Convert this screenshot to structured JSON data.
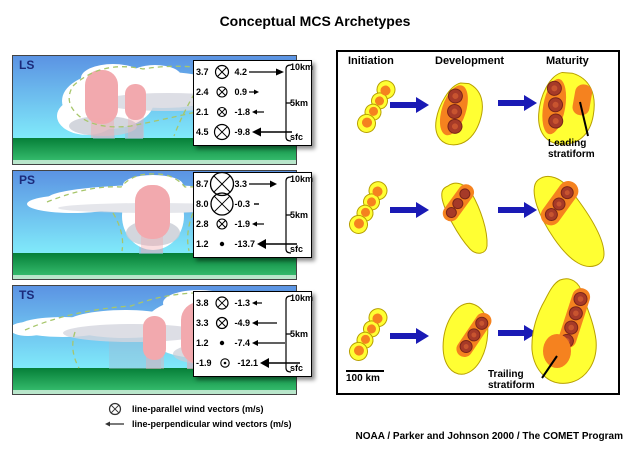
{
  "title": "Conceptual MCS Archetypes",
  "attribution": "NOAA / Parker and Johnson 2000 / The COMET Program",
  "legend": {
    "parallel_label": "line-parallel wind vectors (m/s)",
    "perpendicular_label": "line-perpendicular wind vectors (m/s)"
  },
  "axis": {
    "top": "10km",
    "mid": "5km",
    "bottom": "sfc"
  },
  "colors": {
    "sky_top": "#5B93E3",
    "sky_bottom": "#80EAFA",
    "ground": "#069140",
    "cloud": "#FFFFFF",
    "echo_pink": "#F2A9AE",
    "rain_blue": "#9FC0D8",
    "yellow": "#FFFF33",
    "orange": "#F5821F",
    "cell_red": "#A63A28",
    "arrow_blue": "#1A1AB5",
    "label_navy": "#1B2A7A"
  },
  "panels": [
    {
      "label": "LS",
      "rows": [
        {
          "parallel": "3.7",
          "symbol": "circle-x",
          "perpendicular": "4.2",
          "arrow": "right-medium"
        },
        {
          "parallel": "2.4",
          "symbol": "circle-x",
          "perpendicular": "0.9",
          "arrow": "right-short"
        },
        {
          "parallel": "2.1",
          "symbol": "circle-x",
          "perpendicular": "-1.8",
          "arrow": "left-short"
        },
        {
          "parallel": "4.5",
          "symbol": "circle-x",
          "perpendicular": "-9.8",
          "arrow": "left-long"
        }
      ]
    },
    {
      "label": "PS",
      "rows": [
        {
          "parallel": "8.7",
          "symbol": "circle-x-large",
          "perpendicular": "3.3",
          "arrow": "right-medium"
        },
        {
          "parallel": "8.0",
          "symbol": "circle-x-large",
          "perpendicular": "-0.3",
          "arrow": "dash-tiny"
        },
        {
          "parallel": "2.8",
          "symbol": "circle-x",
          "perpendicular": "-1.9",
          "arrow": "left-short"
        },
        {
          "parallel": "1.2",
          "symbol": "dot",
          "perpendicular": "-13.7",
          "arrow": "left-long"
        }
      ]
    },
    {
      "label": "TS",
      "rows": [
        {
          "parallel": "3.8",
          "symbol": "circle-x",
          "perpendicular": "-1.3",
          "arrow": "left-short"
        },
        {
          "parallel": "3.3",
          "symbol": "circle-x",
          "perpendicular": "-4.9",
          "arrow": "left-medium"
        },
        {
          "parallel": "1.2",
          "symbol": "dot",
          "perpendicular": "-7.4",
          "arrow": "left-medium-long"
        },
        {
          "parallel": "-1.9",
          "symbol": "circle-dot",
          "perpendicular": "-12.1",
          "arrow": "left-long"
        }
      ]
    }
  ],
  "evolution": {
    "stages": [
      "Initiation",
      "Development",
      "Maturity"
    ],
    "leading_label": "Leading stratiform",
    "trailing_label": "Trailing stratiform",
    "scale_label": "100 km"
  }
}
